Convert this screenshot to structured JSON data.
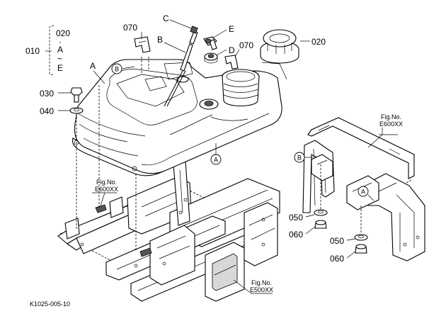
{
  "callouts": {
    "c010": "010",
    "c020_top": "020",
    "c020_dot": "·",
    "c020_A": "A",
    "c020_tilde": "~",
    "c020_E": "E",
    "c020_right": "020",
    "c030": "030",
    "c040": "040",
    "c070_left": "070",
    "c070_right": "070",
    "c050_top": "050",
    "c060_top": "060",
    "c050_bot": "050",
    "c060_bot": "060",
    "letter_A": "A",
    "letter_B": "B",
    "letter_C": "C",
    "letter_D": "D",
    "letter_E": "E"
  },
  "circled": {
    "B_top": "B",
    "A_tank": "A",
    "B_frame": "B",
    "A_frame": "A"
  },
  "fig_refs": {
    "e600_left_line1": "Fig.No.",
    "e600_left_line2": "E600XX",
    "e600_right_line1": "Fig.No.",
    "e600_right_line2": "E600XX",
    "e500_line1": "Fig.No.",
    "e500_line2": "E500XX"
  },
  "diagram_code": "K1025-005-10",
  "icons": [
    "fuel-tank",
    "fuel-cap",
    "gauge-rod",
    "bolt",
    "washer",
    "frame",
    "bracket"
  ]
}
